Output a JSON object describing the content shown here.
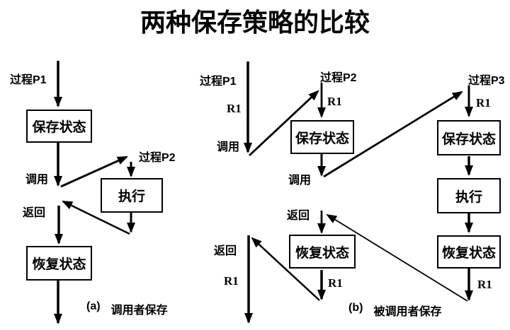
{
  "title": "两种保存策略的比较",
  "colors": {
    "ink": "#000000",
    "background": "#ffffff"
  },
  "diagram_a": {
    "caption_tag": "(a)",
    "caption_text": "调用者保存",
    "proc_p1": "过程P1",
    "proc_p2": "过程P2",
    "call": "调用",
    "return": "返回",
    "box_save": "保存状态",
    "box_execute": "执行",
    "box_restore": "恢复状态"
  },
  "diagram_b": {
    "caption_tag": "(b)",
    "caption_text": "被调用者保存",
    "proc_p1": "过程P1",
    "proc_p2": "过程P2",
    "proc_p3": "过程P3",
    "call_from_p1": "调用",
    "call_from_p2": "调用",
    "return_to_p2": "返回",
    "return_to_p1": "返回",
    "r1_p1_entry": "R1",
    "r1_p2_entry": "R1",
    "r1_p3_entry": "R1",
    "r1_p3_exit": "R1",
    "r1_p2_exit": "R1",
    "r1_p1_exit": "R1",
    "box_p2_save": "保存状态",
    "box_p3_save": "保存状态",
    "box_p3_execute": "执行",
    "box_p3_restore": "恢复状态",
    "box_p2_restore": "恢复状态"
  }
}
